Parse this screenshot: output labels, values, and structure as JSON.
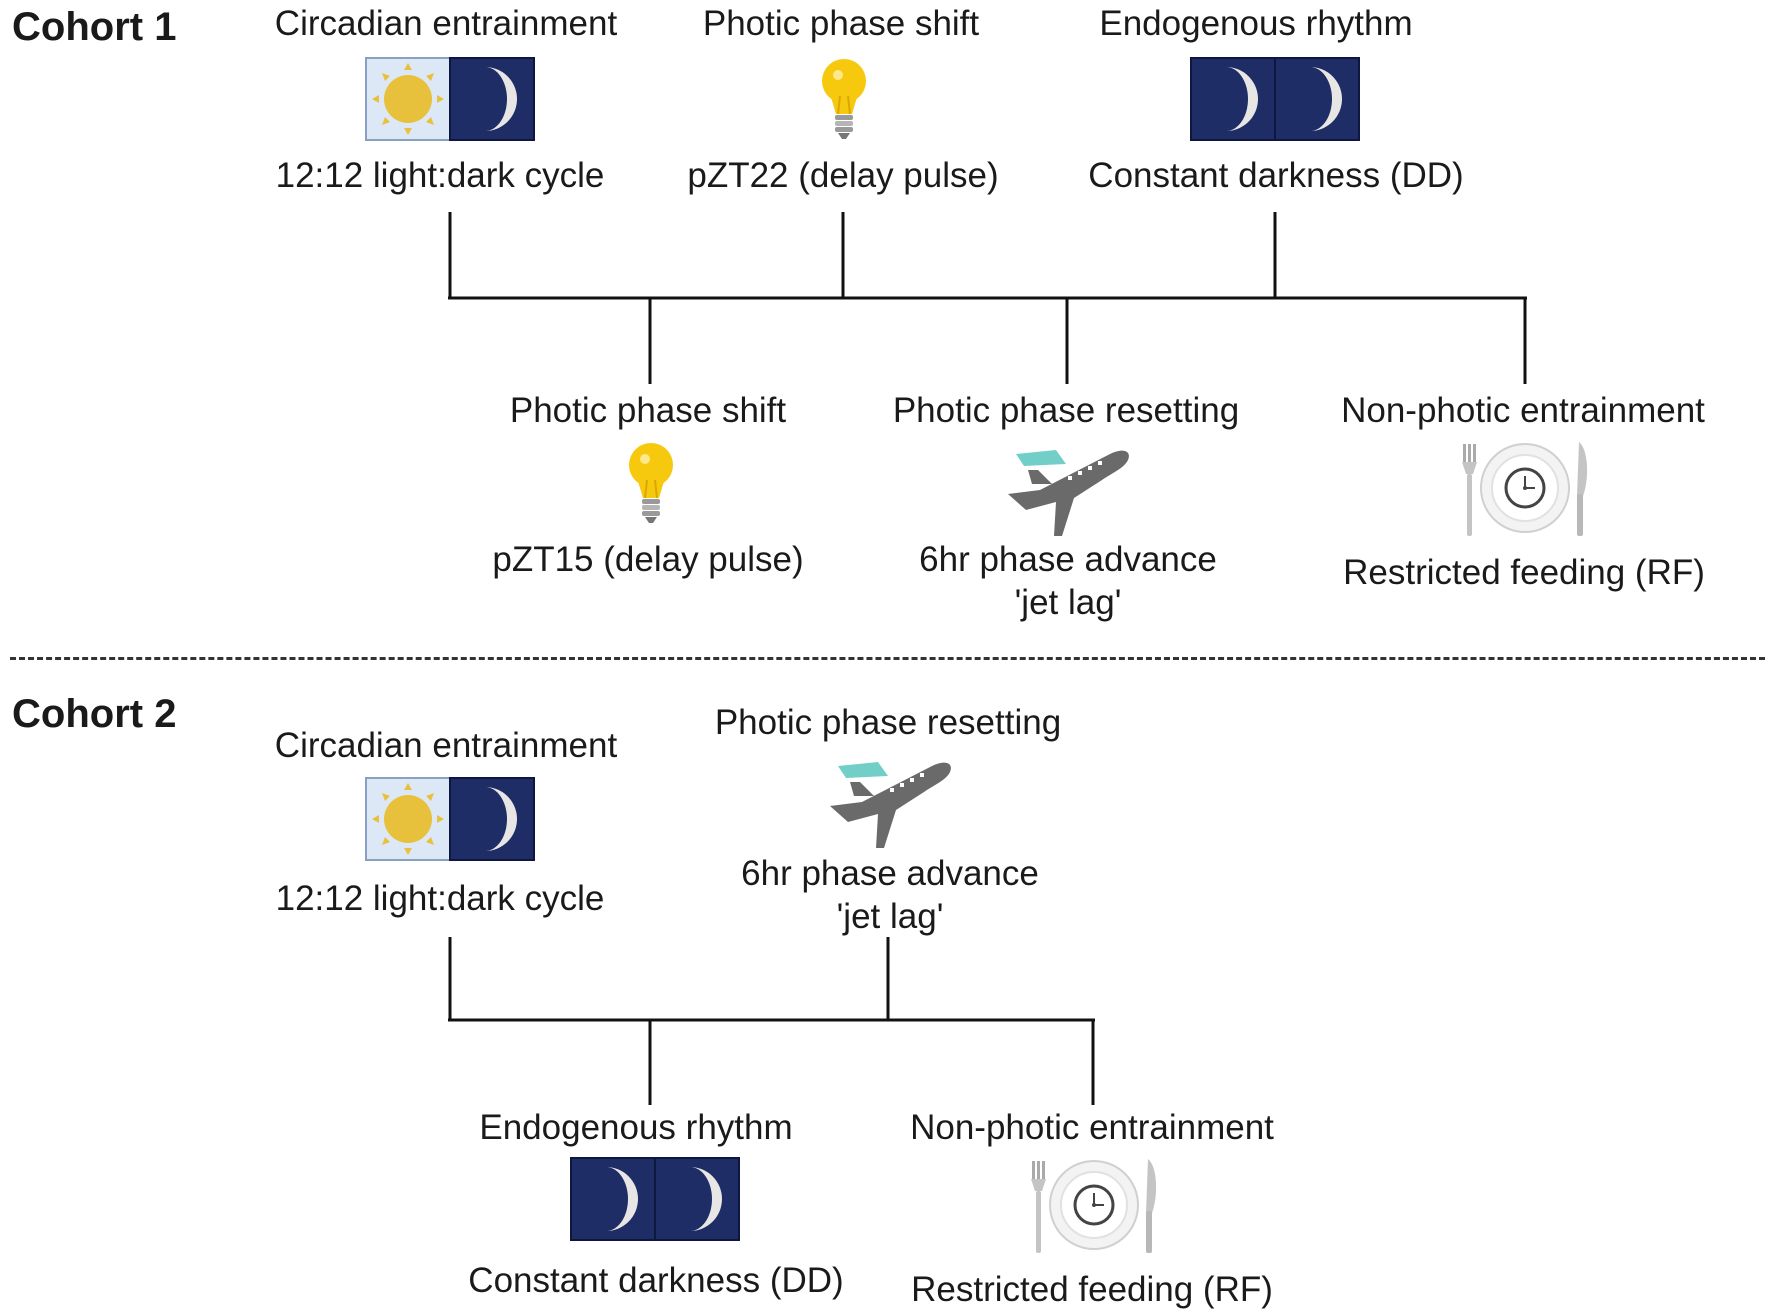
{
  "cohort1": {
    "label": "Cohort 1",
    "top": [
      {
        "title": "Circadian entrainment",
        "caption": "12:12 light:dark cycle",
        "icon": "light-dark-icon"
      },
      {
        "title": "Photic phase shift",
        "caption": "pZT22 (delay pulse)",
        "icon": "lightbulb-icon"
      },
      {
        "title": "Endogenous rhythm",
        "caption": "Constant darkness (DD)",
        "icon": "dark-dark-icon"
      }
    ],
    "bottom": [
      {
        "title": "Photic phase shift",
        "caption": "pZT15 (delay pulse)",
        "icon": "lightbulb-icon"
      },
      {
        "title": "Photic phase resetting",
        "caption_line1": "6hr phase advance",
        "caption_line2": "'jet lag'",
        "icon": "airplane-icon"
      },
      {
        "title": "Non-photic entrainment",
        "caption": "Restricted feeding (RF)",
        "icon": "plate-clock-icon"
      }
    ]
  },
  "cohort2": {
    "label": "Cohort 2",
    "top": [
      {
        "title": "Circadian entrainment",
        "caption": "12:12 light:dark cycle",
        "icon": "light-dark-icon"
      },
      {
        "title": "Photic phase resetting",
        "caption_line1": "6hr phase advance",
        "caption_line2": "'jet lag'",
        "icon": "airplane-icon"
      }
    ],
    "bottom": [
      {
        "title": "Endogenous rhythm",
        "caption": "Constant darkness (DD)",
        "icon": "dark-dark-icon"
      },
      {
        "title": "Non-photic entrainment",
        "caption": "Restricted feeding (RF)",
        "icon": "plate-clock-icon"
      }
    ]
  },
  "colors": {
    "night": "#1f2d66",
    "moon": "#e8e6e4",
    "sun": "#e8c13c",
    "day_bg": "#dce8f6",
    "bulb": "#f6c90e",
    "plane": "#6a6a6a",
    "plane_accent": "#72cfc8",
    "line": "#111111"
  }
}
